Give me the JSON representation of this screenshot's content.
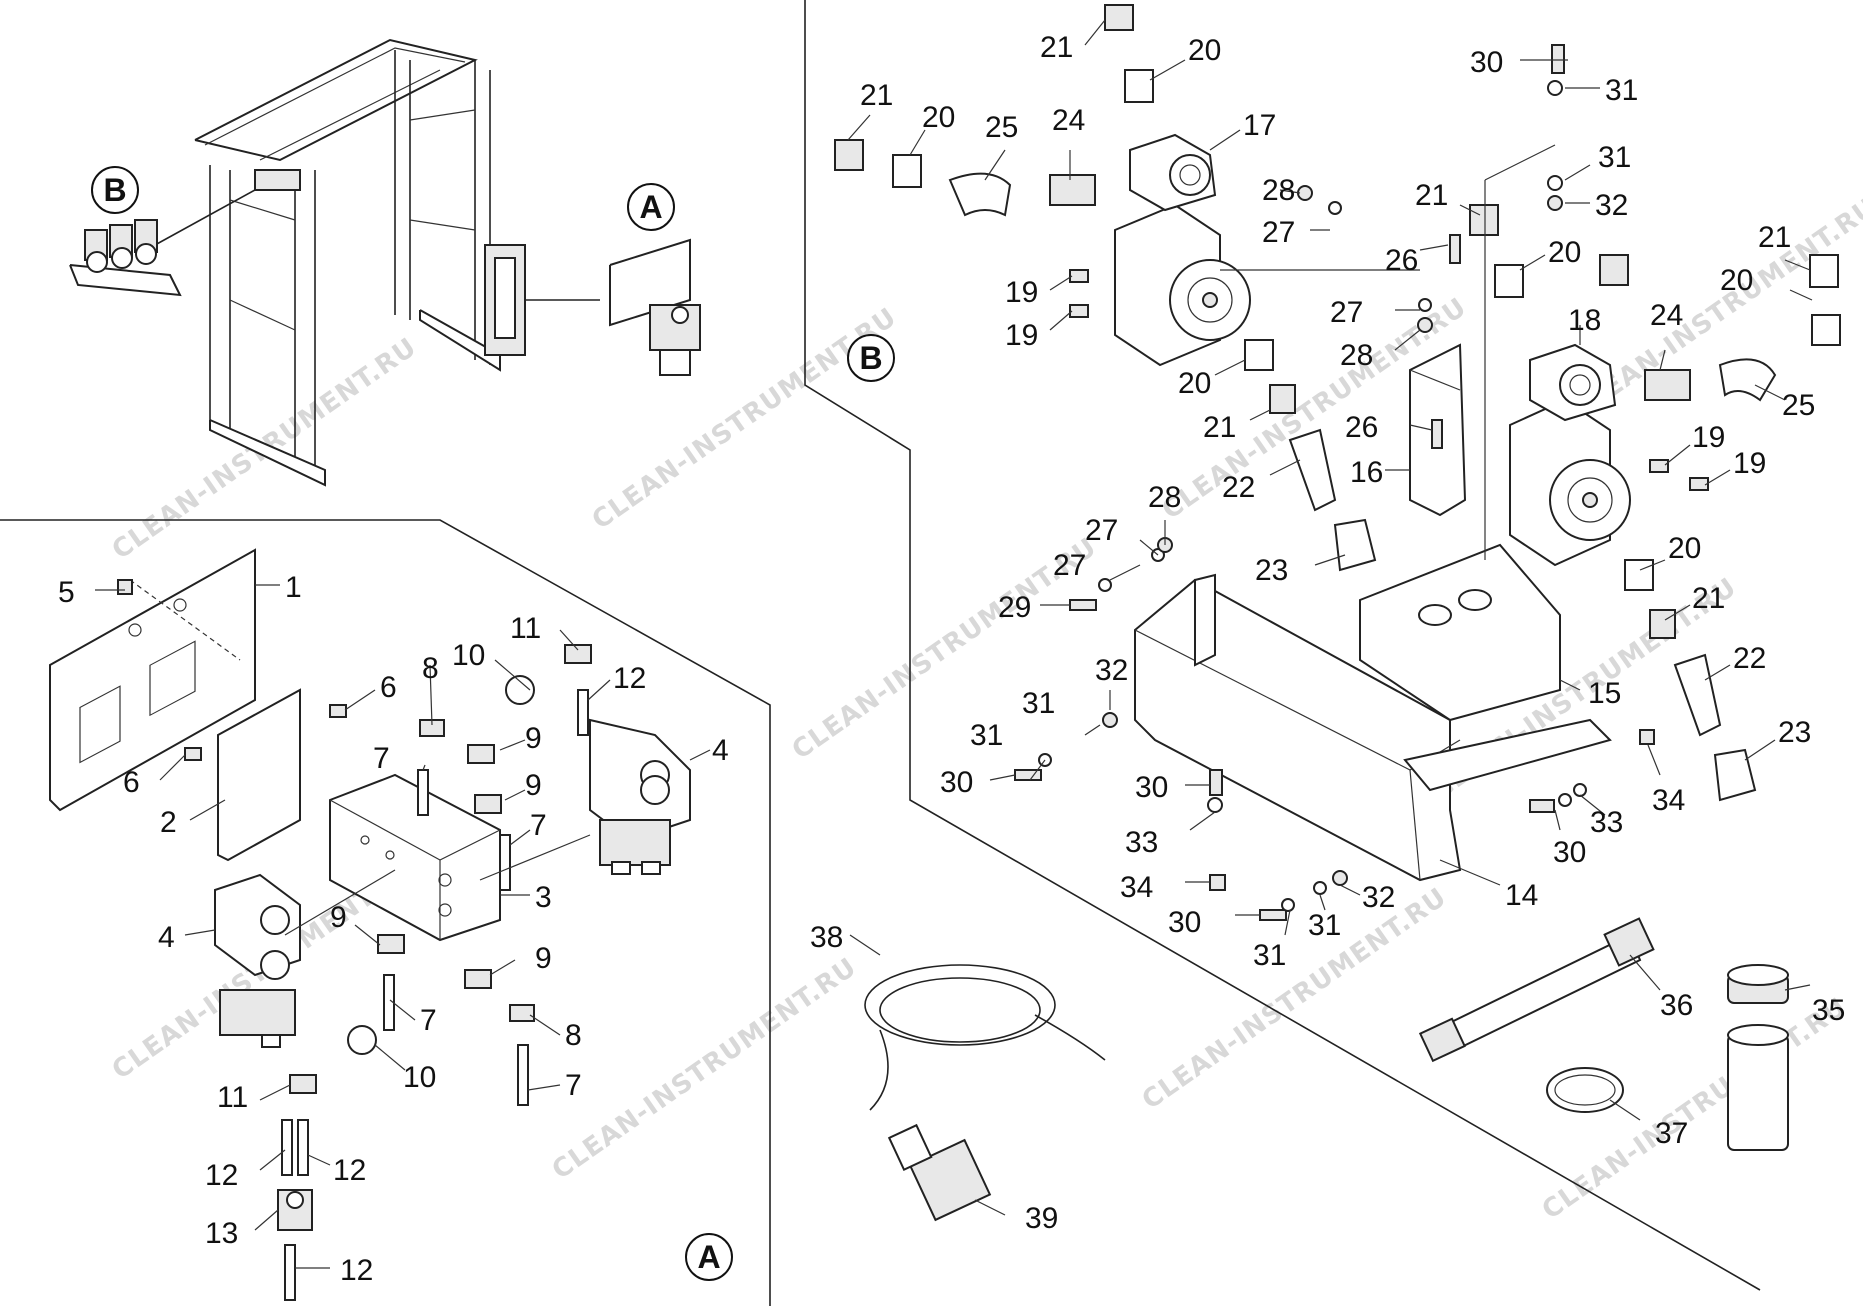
{
  "watermark": "CLEAN-INSTRUMENT.RU",
  "callouts": {
    "A": "A",
    "B": "B"
  },
  "labels": {
    "1": "1",
    "2": "2",
    "3": "3",
    "4": "4",
    "5": "5",
    "6": "6",
    "7": "7",
    "8": "8",
    "9": "9",
    "10": "10",
    "11": "11",
    "12": "12",
    "13": "13",
    "14": "14",
    "15": "15",
    "16": "16",
    "17": "17",
    "18": "18",
    "19": "19",
    "20": "20",
    "21": "21",
    "22": "22",
    "23": "23",
    "24": "24",
    "25": "25",
    "26": "26",
    "27": "27",
    "28": "28",
    "29": "29",
    "30": "30",
    "31": "31",
    "32": "32",
    "33": "33",
    "34": "34",
    "35": "35",
    "36": "36",
    "37": "37",
    "38": "38",
    "39": "39"
  }
}
